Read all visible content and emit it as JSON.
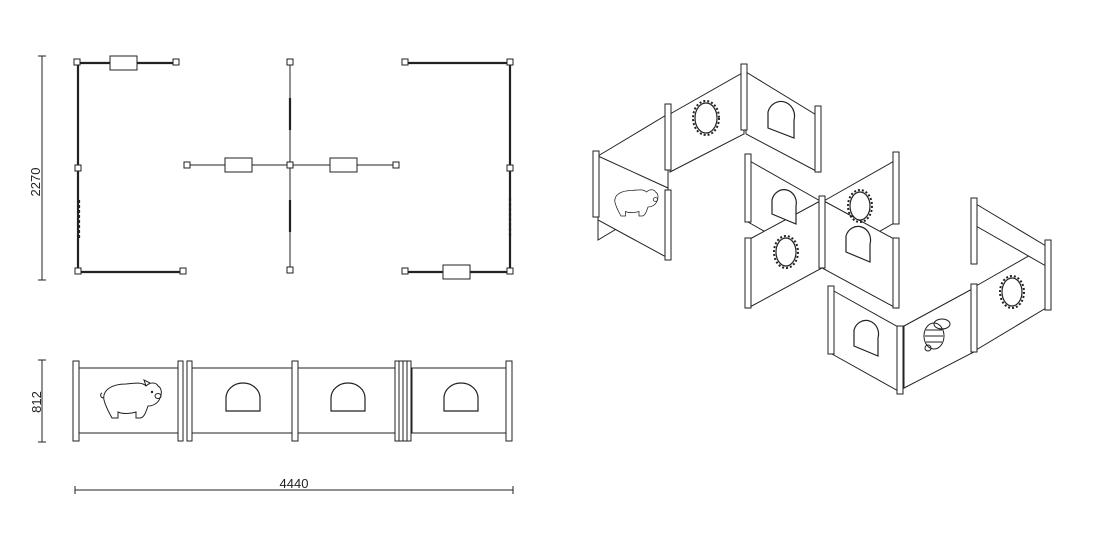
{
  "dimensions": {
    "height_label": "2270",
    "elevation_height_label": "812",
    "width_label": "4440"
  },
  "colors": {
    "line": "#222222",
    "background": "#ffffff"
  },
  "icons": {
    "pig_panel": "pig-icon",
    "bee_panel": "bee-icon",
    "round_window": "porthole-icon",
    "arch_opening": "arch-tunnel-icon"
  }
}
